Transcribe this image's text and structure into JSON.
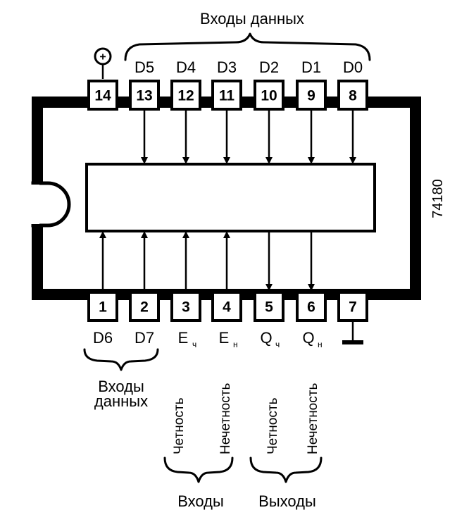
{
  "top_caption": "Входы данных",
  "power_symbol": "+",
  "chip_name": "74180",
  "top_pins": [
    {
      "num": "14",
      "label": ""
    },
    {
      "num": "13",
      "label": "D5"
    },
    {
      "num": "12",
      "label": "D4"
    },
    {
      "num": "11",
      "label": "D3"
    },
    {
      "num": "10",
      "label": "D2"
    },
    {
      "num": "9",
      "label": "D1"
    },
    {
      "num": "8",
      "label": "D0"
    }
  ],
  "bottom_pins": [
    {
      "num": "1",
      "label": "D6",
      "sub": ""
    },
    {
      "num": "2",
      "label": "D7",
      "sub": ""
    },
    {
      "num": "3",
      "label": "E",
      "sub": "ч"
    },
    {
      "num": "4",
      "label": "E",
      "sub": "н"
    },
    {
      "num": "5",
      "label": "Q",
      "sub": "ч"
    },
    {
      "num": "6",
      "label": "Q",
      "sub": "н"
    },
    {
      "num": "7",
      "label": "",
      "sub": ""
    }
  ],
  "bottom_left_caption": {
    "line1": "Входы",
    "line2": "данных"
  },
  "vertical_labels": [
    "Четность",
    "Нечетность",
    "Четность",
    "Нечетность"
  ],
  "inputs_caption": "Входы",
  "outputs_caption": "Выходы"
}
